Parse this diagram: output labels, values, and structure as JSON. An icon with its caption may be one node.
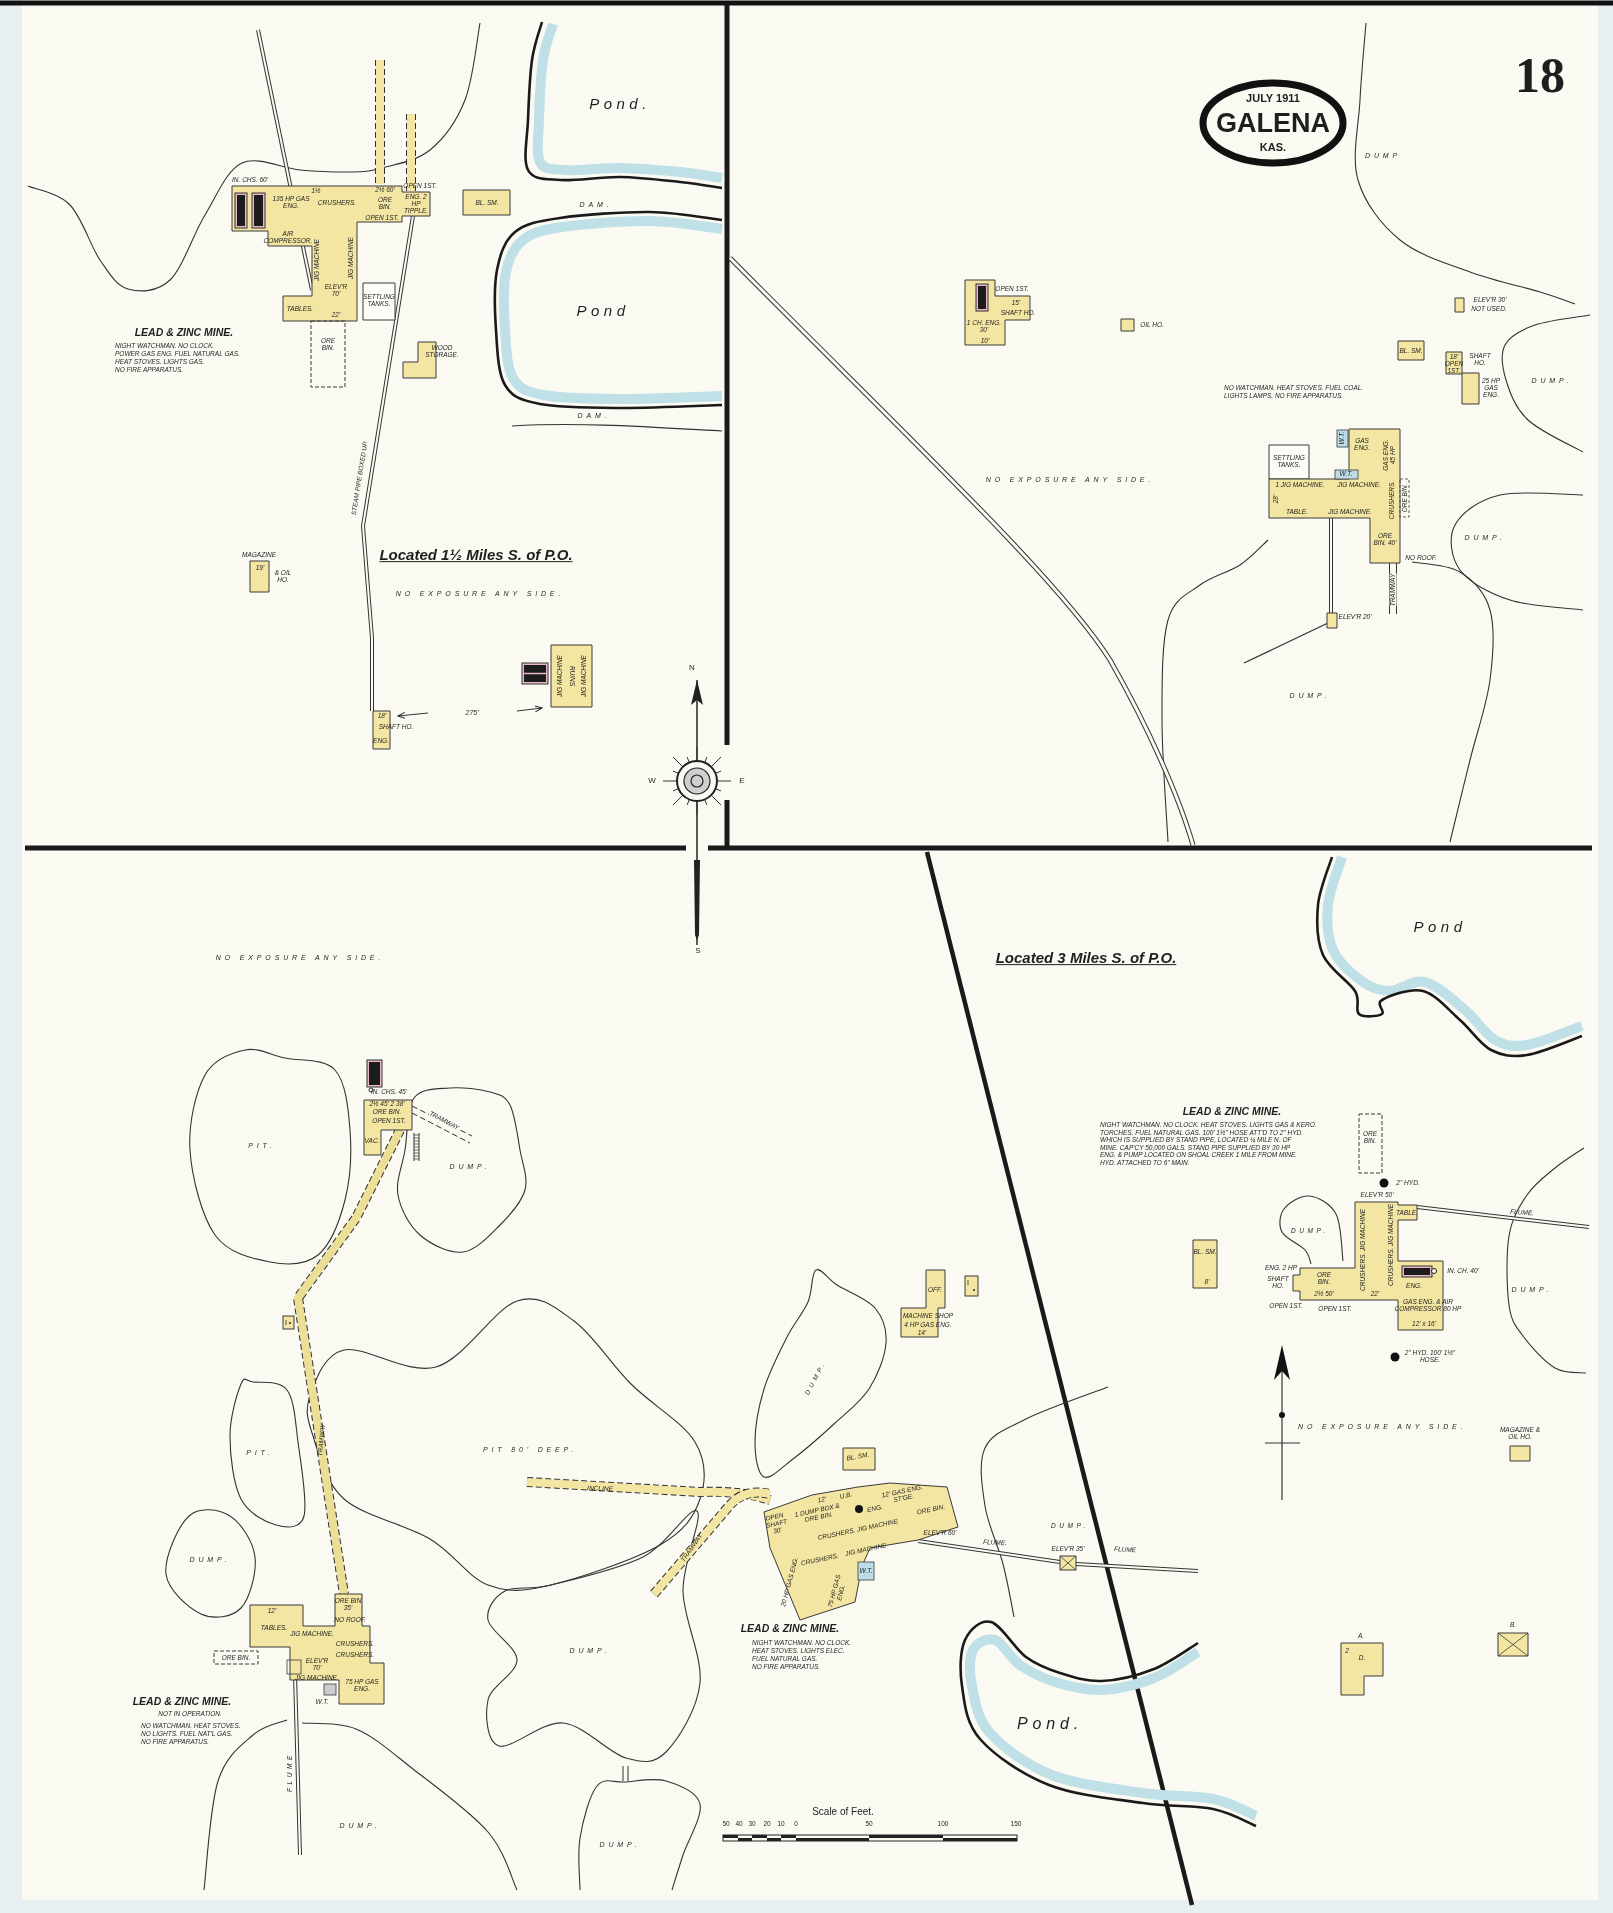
{
  "diagram": {
    "nodes": [
      {
        "text": [
          "1½",
          "135 HP GAS ENG.",
          "CRUSHERS.",
          "2½ 60'",
          "ORE BIN.",
          "OPEN 1ST.",
          "ENG. 2 HP TIPPLE.",
          "AIR COMPRESSOR.",
          "JIG MACHINE",
          "JIG MACHINE",
          "ELEV'R 70'",
          "TABLES.",
          "22'"
        ]
      },
      {
        "text": [
          "BL. SM."
        ]
      },
      {
        "text": [
          "SETTLING TANKS."
        ]
      },
      {
        "text": [
          "ORE BIN."
        ]
      },
      {
        "text": [
          "WOOD STORAGE."
        ]
      },
      {
        "text": [
          "MAGAZINE",
          "19'",
          "& OIL HO."
        ]
      },
      {
        "text": [
          "JIG MACHINE",
          "RUINS",
          "JIG MACHINE"
        ]
      },
      {
        "text": [
          "18'",
          "SHAFT HO.",
          "ENG."
        ]
      },
      {
        "text": [
          "OPEN 1ST.",
          "15'",
          "SHAFT HO.",
          "1 CH. ENG. 30'",
          "10'"
        ]
      },
      {
        "text": [
          "OIL HO."
        ]
      },
      {
        "text": [
          "ELEV'R 30'",
          "NOT USED."
        ]
      },
      {
        "text": [
          "BL. SM."
        ]
      },
      {
        "text": [
          "18'",
          "OPEN 1ST.",
          "SHAFT HO."
        ]
      },
      {
        "text": [
          "25 HP GAS ENG."
        ]
      },
      {
        "text": [
          "SETTLING TANKS."
        ]
      },
      {
        "text": [
          "W.T.",
          "GAS ENG.",
          "GAS ENG. 45 HP",
          "W.T.",
          "1 JIG MACHINE.",
          "JIG MACHINE.",
          "28'",
          "CRUSHERS.",
          "ORE BIN.",
          "TABLE.",
          "JIG MACHINE.",
          "ORE BIN. 40'"
        ]
      },
      {
        "text": [
          "ELEV'R 20'"
        ]
      },
      {
        "text": [
          "2½ 45' 2 38'",
          "ORE BIN.",
          "OPEN 1ST.",
          "VAC."
        ]
      },
      {
        "text": [],
        "shape": "box"
      },
      {
        "text": [
          "12'",
          "TABLES.",
          "ORE BIN 35'",
          "NO ROOF.",
          "JIG MACHINE.",
          "CRUSHERS.",
          "CRUSHERS.",
          "ELEV'R 70'",
          "JIG MACHINE",
          "75 HP GAS ENG."
        ]
      },
      {
        "text": [
          "ORE BIN."
        ]
      },
      {
        "text": [
          "OFF.",
          "MACHINE SHOP",
          "4 HP GAS ENG.",
          "14'"
        ]
      },
      {
        "text": [],
        "shape": "box"
      },
      {
        "text": [
          "BL. SM."
        ]
      },
      {
        "text": [
          "OPEN SHAFT 30'",
          "12'",
          "1 DUMP BOX & ORE BIN.",
          "U.B.",
          "ENG.",
          "12' GAS ENG. ST'GE.",
          "ORE BIN.",
          "CRUSHERS. JIG MACHINE",
          "JIG MACHINE",
          "CRUSHERS.",
          "20 HP GAS ENG.",
          "75 HP GAS ENG."
        ]
      },
      {
        "text": [
          "ELEV'R 35'"
        ]
      },
      {
        "text": [
          "ORE BIN."
        ]
      },
      {
        "text": [
          "BL. SM.",
          "8'"
        ]
      },
      {
        "text": [
          "TABLE.",
          "CRUSHERS. JIG MACHINE",
          "CRUSHERS. JIG MACHINE",
          "ORE BIN.",
          "2½ 50'",
          "22'",
          "ENG.",
          "GAS ENG. & AIR COMPRESSOR 80 HP",
          "12' x 16'"
        ]
      },
      {
        "text": [
          "MAGAZINE & OIL HO."
        ]
      },
      {
        "text": [
          "A.",
          "2",
          "D."
        ]
      },
      {
        "text": [
          "B."
        ]
      }
    ],
    "edges": [
      {
        "from": 0,
        "to": 7,
        "arrow": "none"
      },
      {
        "from": 15,
        "to": 16,
        "arrow": "none"
      },
      {
        "from": 17,
        "to": 19,
        "arrow": "none",
        "style": "thick",
        "color": "#eadf95"
      },
      {
        "from": 24,
        "to": 25,
        "arrow": "none"
      }
    ],
    "labels": [
      "IN. CHS. 60'",
      "OPEN 1ST.",
      "Pond.",
      "JULY 1911",
      "GALENA",
      "KAS.",
      "18",
      "DUMP",
      "DAM.",
      "LEAD & ZINC MINE.",
      "NIGHT WATCHMAN. NO CLOCK.",
      "POWER GAS ENG. FUEL NATURAL GAS.",
      "HEAT STOVES. LIGHTS GAS.",
      "NO FIRE APPARATUS.",
      "Pond",
      "NO WATCHMAN. HEAT STOVES. FUEL COAL.",
      "LIGHTS LAMPS. NO FIRE APPARATUS.",
      "DUMP.",
      "DAM.",
      "NO EXPOSURE ANY SIDE.",
      "NO ROOF.",
      "TRAMWAY",
      "DUMP.",
      "STEAM PIPE BOXED UP.",
      "Located 1½ Miles S. of P.O.",
      "NO EXPOSURE ANY SIDE.",
      "DUMP.",
      "N",
      "275'",
      "W",
      "E",
      "S",
      "Located 3 Miles S. of P.O.",
      "Pond",
      "NO EXPOSURE ANY SIDE.",
      "IN. CHS. 45'",
      "TRAMWAY",
      "LEAD & ZINC MINE.",
      "NIGHT WATCHMAN. NO CLOCK. HEAT STOVES. LIGHTS GAS & KERO.",
      "TORCHES. FUEL NATURAL GAS. 100' 1½\" HOSE ATT'D TO 2\" HYD.",
      "WHICH IS SUPPLIED BY STAND PIPE, LOCATED ¼ MILE N. OF",
      "MINE. CAP'CY 50,000 GALS. STAND PIPE SUPPLIED BY 30 HP",
      "ENG. & PUMP LOCATED ON SHOAL CREEK 1 MILE FROM MINE.",
      "HYD. ATTACHED TO 6\" MAIN.",
      "PIT.",
      "DUMP.",
      "2\" HYD.",
      "ELEV'R 50'",
      "DUMP.",
      "FLUME.",
      "ENG. 2 HP",
      "IN. CH. 40'",
      "SHAFT HO.",
      "DUMP.",
      "OPEN 1ST.",
      "OPEN 1ST.",
      "2\" HYD. 100' 1½\" HOSE.",
      "DUMP.",
      "NO EXPOSURE ANY SIDE.",
      "PIT.",
      "PIT 80' DEEP.",
      "TRAMWAY",
      "INCLINE",
      "ELEV'R 60'",
      "DUMP.",
      "FLUME.",
      "FLUME",
      "TRAMWAY",
      "DUMP.",
      "W.T.",
      "LEAD & ZINC MINE.",
      "NIGHT WATCHMAN. NO CLOCK.",
      "HEAT STOVES. LIGHTS ELEC.",
      "FUEL NATURAL GAS.",
      "NO FIRE APPARATUS.",
      "DUMP.",
      "LEAD & ZINC MINE.",
      "W.T.",
      "NOT IN OPERATION.",
      "NO WATCHMAN. HEAT STOVES.",
      "NO LIGHTS. FUEL NAT'L GAS.",
      "NO FIRE APPARATUS.",
      "Pond.",
      "FLUME",
      "Scale of Feet.",
      "50",
      "40",
      "30",
      "20",
      "10",
      "0",
      "50",
      "100",
      "150",
      "DUMP.",
      "DUMP."
    ]
  }
}
